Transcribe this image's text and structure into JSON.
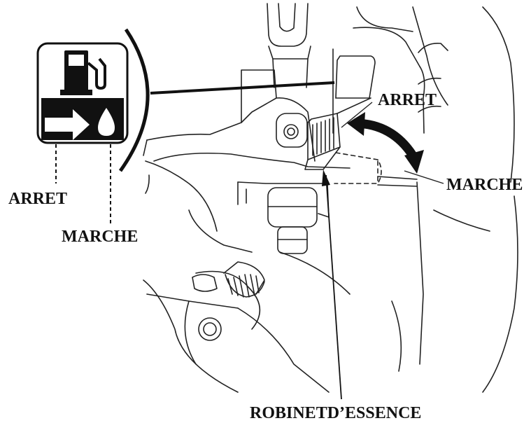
{
  "labels": {
    "arret_top": "ARRET",
    "marche_right": "MARCHE",
    "arret_left": "ARRET",
    "marche_left": "MARCHE",
    "robinet": "ROBINETD’ESSENCE"
  },
  "icons": {
    "panel": "fuel-valve-symbol-icon",
    "pump": "fuel-pump-icon",
    "arrow": "arrow-right-icon",
    "drop": "fuel-drop-icon",
    "rotation": "curved-double-arrow-icon"
  },
  "colors": {
    "ink": "#111111",
    "paper": "#ffffff"
  }
}
